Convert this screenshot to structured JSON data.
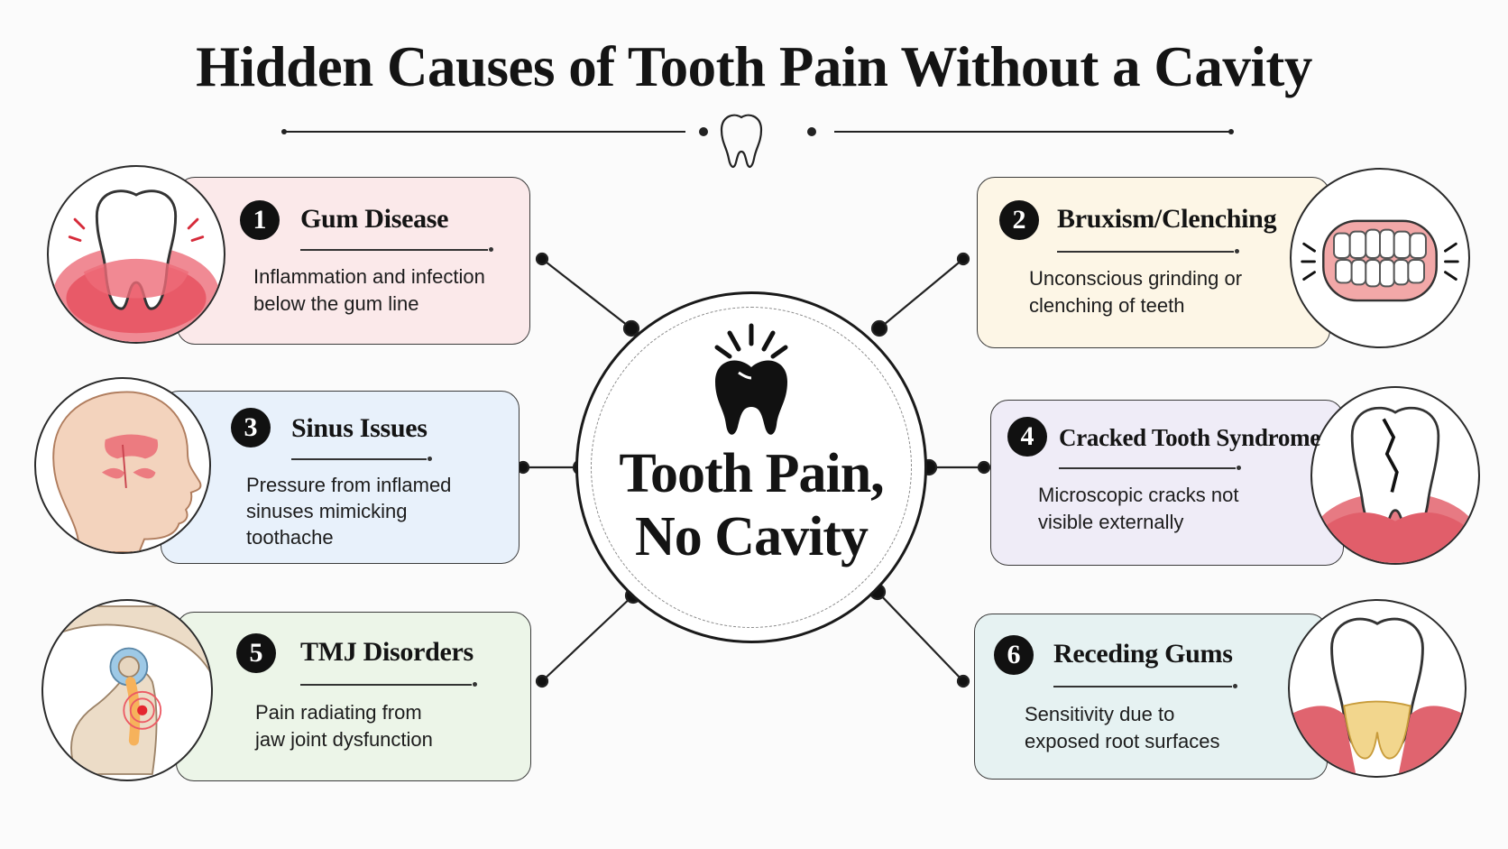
{
  "title": "Hidden Causes of Tooth Pain Without a Cavity",
  "center": {
    "line1": "Tooth Pain,",
    "line2": "No Cavity"
  },
  "colors": {
    "ink": "#141414",
    "pink": "#fbe9ea",
    "yellow": "#fdf6e6",
    "blue": "#e8f1fb",
    "purple": "#efecf7",
    "green": "#ecf5e8",
    "teal": "#e6f2f2"
  },
  "causes": [
    {
      "number": "1",
      "title": "Gum Disease",
      "description": [
        "Inflammation and infection",
        "below the gum line"
      ],
      "icon": "inflamed-gum-tooth-icon"
    },
    {
      "number": "2",
      "title": "Bruxism/Clenching",
      "description": [
        "Unconscious grinding or",
        "clenching of teeth"
      ],
      "icon": "clenched-teeth-icon"
    },
    {
      "number": "3",
      "title": "Sinus Issues",
      "description": [
        "Pressure from inflamed",
        "sinuses mimicking",
        "toothache"
      ],
      "icon": "sinus-head-icon"
    },
    {
      "number": "4",
      "title": "Cracked Tooth Syndrome",
      "description": [
        "Microscopic cracks not",
        "visible externally"
      ],
      "icon": "cracked-tooth-icon"
    },
    {
      "number": "5",
      "title": "TMJ Disorders",
      "description": [
        "Pain radiating from",
        "jaw joint dysfunction"
      ],
      "icon": "jaw-joint-icon"
    },
    {
      "number": "6",
      "title": "Receding Gums",
      "description": [
        "Sensitivity due to",
        "exposed root surfaces"
      ],
      "icon": "receding-gum-tooth-icon"
    }
  ]
}
